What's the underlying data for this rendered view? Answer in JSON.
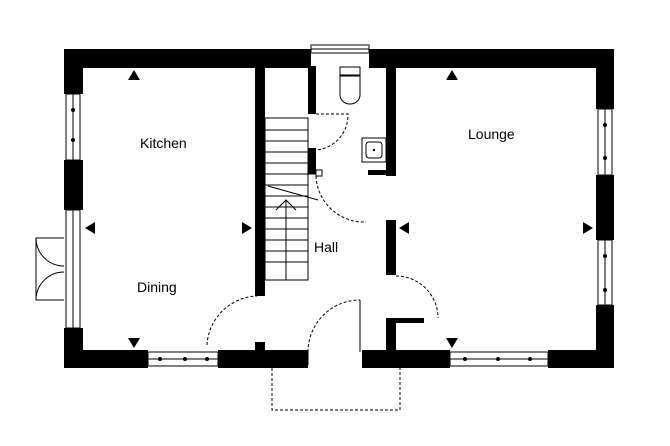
{
  "plan": {
    "rooms": {
      "kitchen": "Kitchen",
      "dining": "Dining",
      "hall": "Hall",
      "lounge": "Lounge"
    }
  }
}
